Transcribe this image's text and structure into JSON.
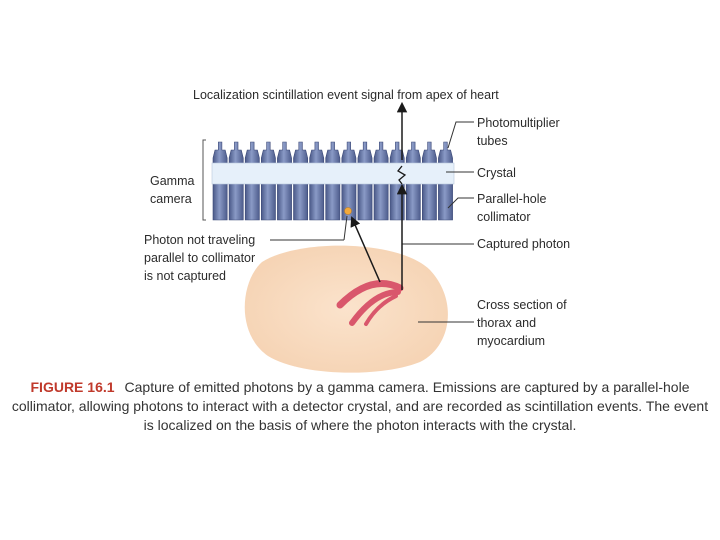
{
  "labels": {
    "top_signal": "Localization scintillation event signal from apex of heart",
    "gamma_camera_line1": "Gamma",
    "gamma_camera_line2": "camera",
    "pmt_line1": "Photomultiplier",
    "pmt_line2": "tubes",
    "crystal": "Crystal",
    "collimator_line1": "Parallel-hole",
    "collimator_line2": "collimator",
    "captured_photon": "Captured photon",
    "not_captured_line1": "Photon not traveling",
    "not_captured_line2": "parallel to collimator",
    "not_captured_line3": "is not captured",
    "thorax_line1": "Cross section of",
    "thorax_line2": "thorax and",
    "thorax_line3": "myocardium"
  },
  "caption": {
    "figure_number": "FIGURE 16.1",
    "text": "Capture of emitted photons by a gamma camera. Emissions are captured by a parallel-hole collimator, allowing photons to interact with a detector crystal, and are recorded as scintillation events. The event is localized on the basis of where the photon interacts with the crystal."
  },
  "colors": {
    "tubes": "#5a6a9c",
    "crystal": "#e4eef8",
    "thorax": "#f8dcc0",
    "myocardium": "#d9576c",
    "figure_label": "#c0392b"
  }
}
